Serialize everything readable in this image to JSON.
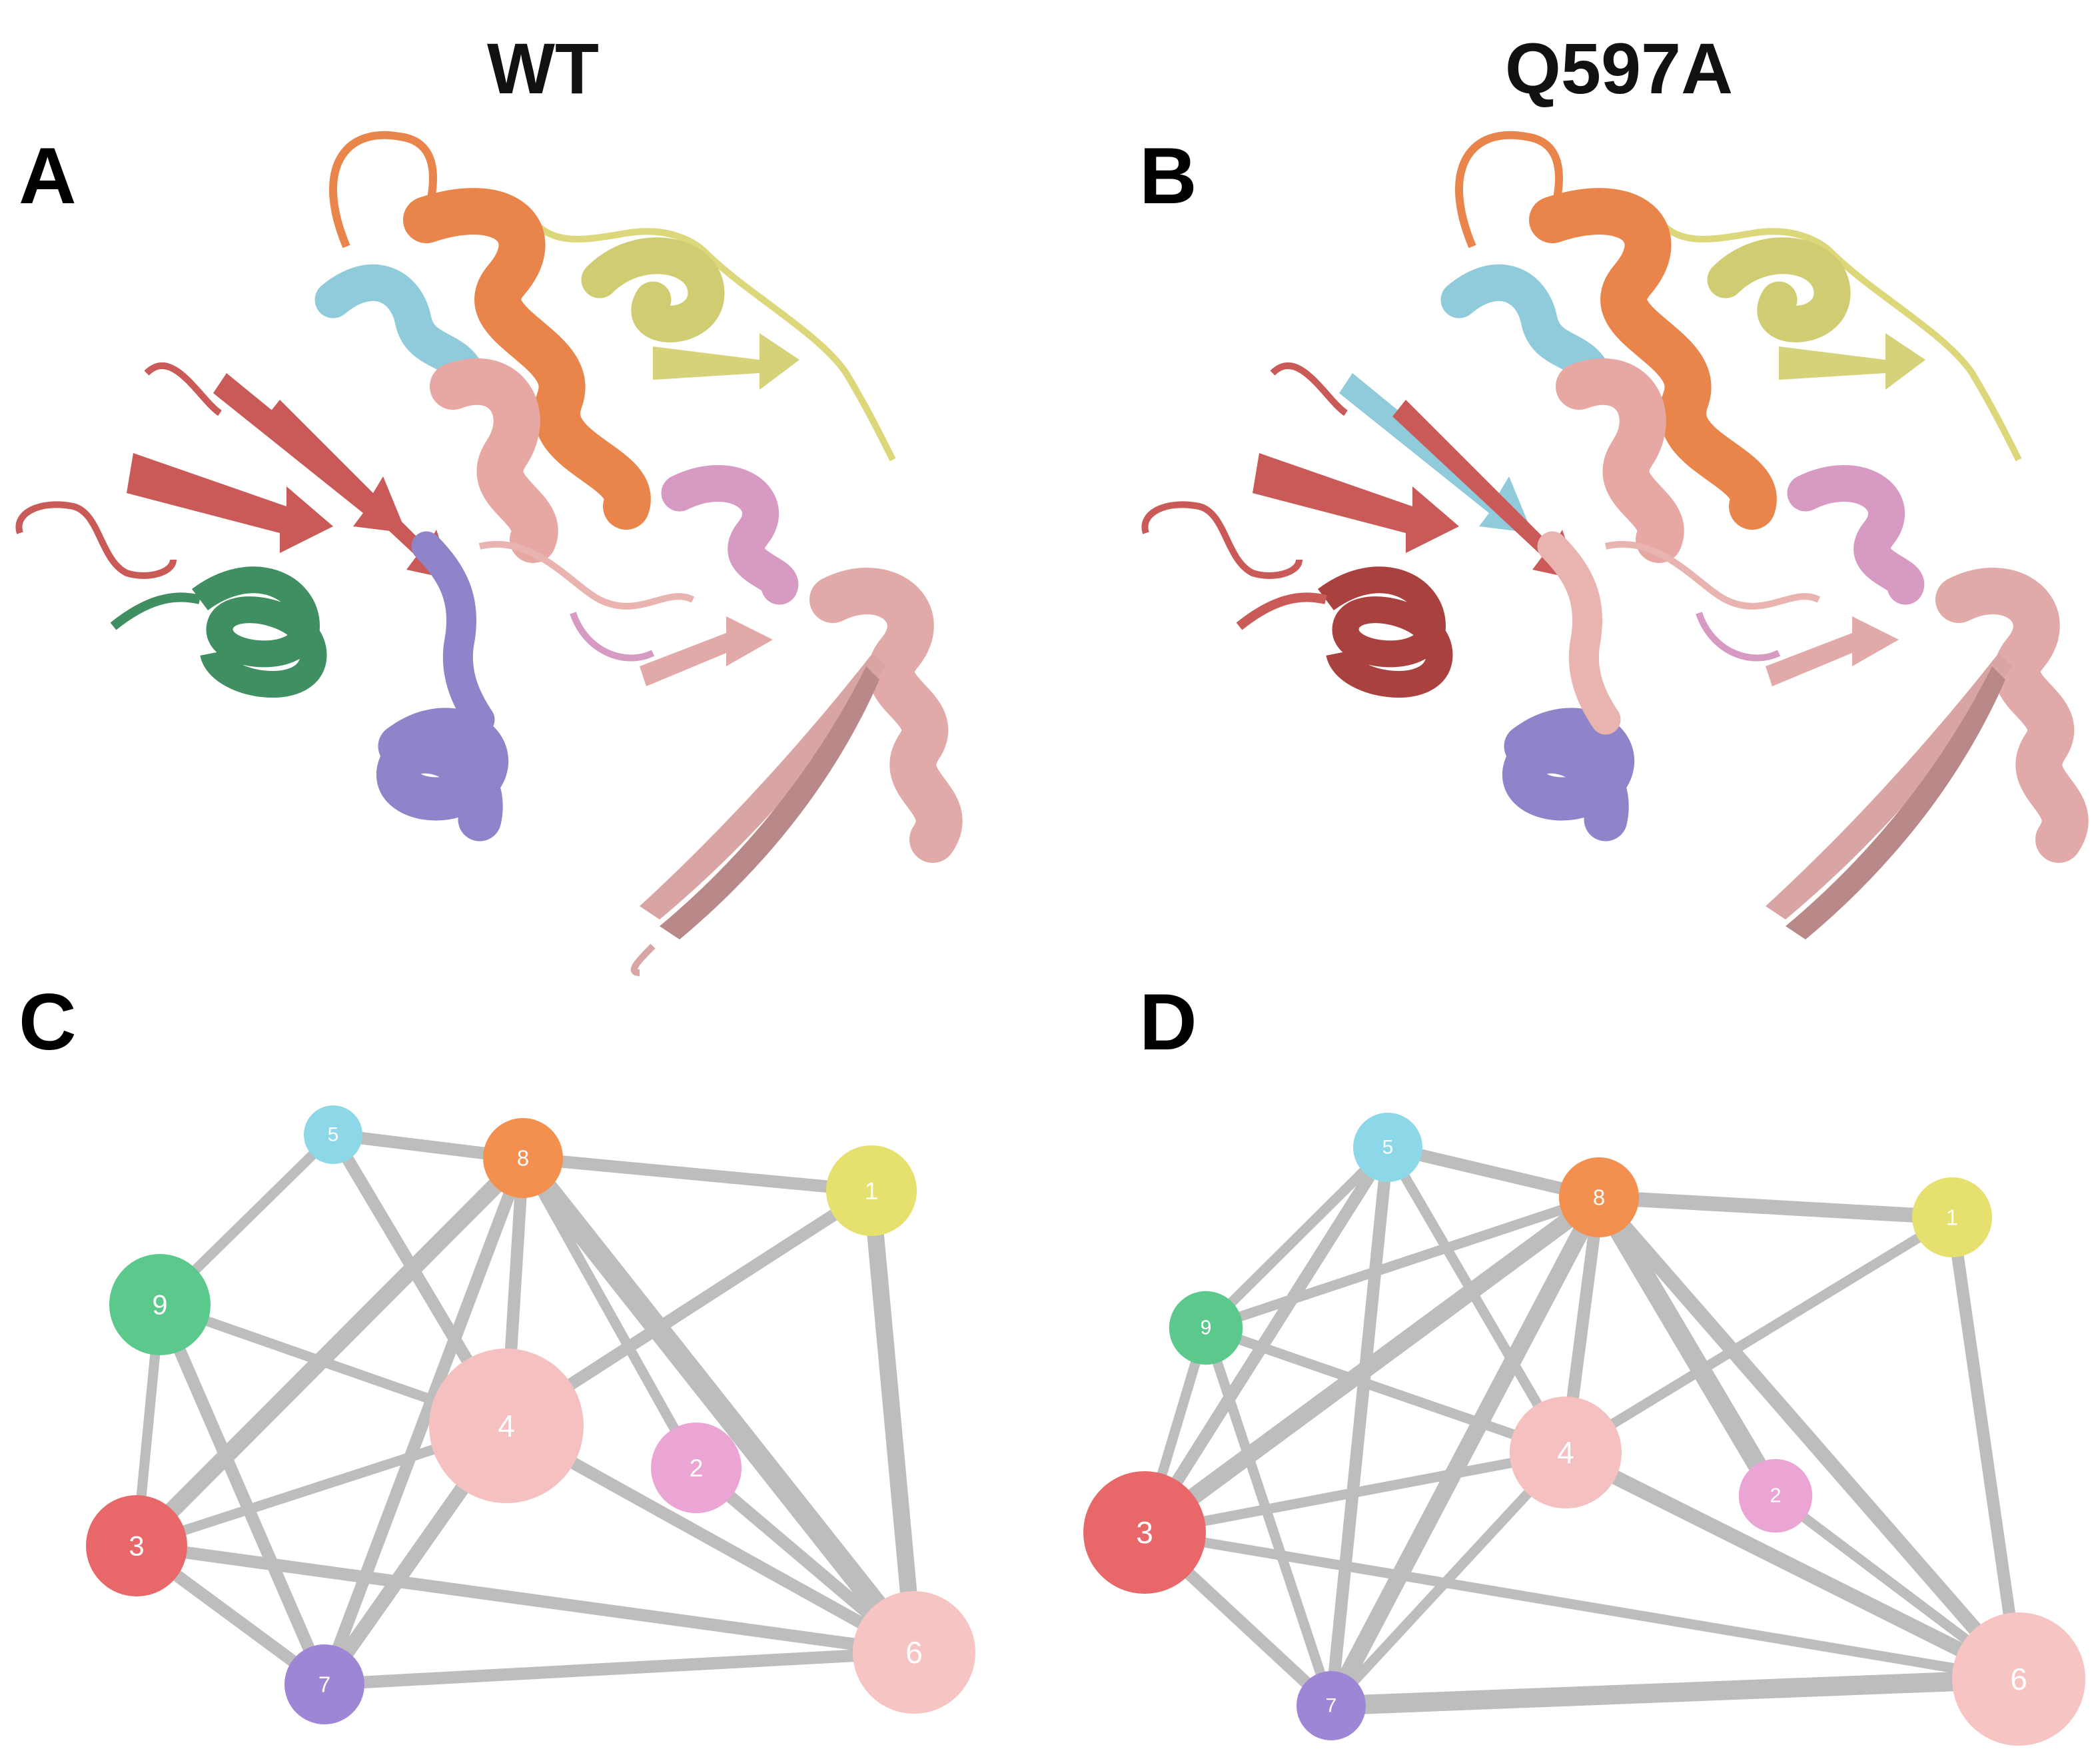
{
  "titles": {
    "left": "WT",
    "right": "Q597A"
  },
  "panel_labels": {
    "a": "A",
    "b": "B",
    "c": "C",
    "d": "D"
  },
  "colors": {
    "edge": "#bdbdbd",
    "c1": "#e6e06e",
    "c2": "#eba5d4",
    "c3": "#e8686a",
    "c4": "#f5c0c0",
    "c5": "#8dd8e8",
    "c6": "#f7c4c4",
    "c7": "#9e86d6",
    "c8": "#f39050",
    "c9": "#5cc98c"
  },
  "networks": {
    "C": {
      "nodes": [
        {
          "id": "1",
          "color": "c1",
          "size": 3
        },
        {
          "id": "2",
          "color": "c2",
          "size": 3
        },
        {
          "id": "3",
          "color": "c3",
          "size": 3.5
        },
        {
          "id": "4",
          "color": "c4",
          "size": 6
        },
        {
          "id": "5",
          "color": "c5",
          "size": 1.5
        },
        {
          "id": "6",
          "color": "c6",
          "size": 4.5
        },
        {
          "id": "7",
          "color": "c7",
          "size": 2.5
        },
        {
          "id": "8",
          "color": "c8",
          "size": 2.5
        },
        {
          "id": "9",
          "color": "c9",
          "size": 3.5
        }
      ],
      "edges": [
        [
          "9",
          "5",
          1
        ],
        [
          "9",
          "3",
          1
        ],
        [
          "9",
          "4",
          1
        ],
        [
          "9",
          "7",
          1.5
        ],
        [
          "5",
          "8",
          1.5
        ],
        [
          "5",
          "4",
          1.5
        ],
        [
          "8",
          "1",
          1.5
        ],
        [
          "8",
          "3",
          2.5
        ],
        [
          "8",
          "4",
          1.5
        ],
        [
          "8",
          "7",
          1.5
        ],
        [
          "8",
          "2",
          1
        ],
        [
          "8",
          "6",
          3.5
        ],
        [
          "1",
          "6",
          2.5
        ],
        [
          "1",
          "4",
          1.5
        ],
        [
          "3",
          "4",
          1
        ],
        [
          "3",
          "7",
          1.5
        ],
        [
          "3",
          "6",
          1.5
        ],
        [
          "4",
          "7",
          2
        ],
        [
          "4",
          "6",
          1.5
        ],
        [
          "2",
          "6",
          1.5
        ],
        [
          "7",
          "6",
          1.5
        ]
      ]
    },
    "D": {
      "nodes": [
        {
          "id": "1",
          "color": "c1",
          "size": 2.5
        },
        {
          "id": "2",
          "color": "c2",
          "size": 2.2
        },
        {
          "id": "3",
          "color": "c3",
          "size": 4.5
        },
        {
          "id": "4",
          "color": "c4",
          "size": 4
        },
        {
          "id": "5",
          "color": "c5",
          "size": 2
        },
        {
          "id": "6",
          "color": "c6",
          "size": 5
        },
        {
          "id": "7",
          "color": "c7",
          "size": 2
        },
        {
          "id": "8",
          "color": "c8",
          "size": 2.5
        },
        {
          "id": "9",
          "color": "c9",
          "size": 2.2
        }
      ],
      "edges": [
        [
          "5",
          "9",
          1
        ],
        [
          "5",
          "8",
          1.5
        ],
        [
          "5",
          "3",
          1.5
        ],
        [
          "5",
          "7",
          1.5
        ],
        [
          "5",
          "4",
          1
        ],
        [
          "9",
          "8",
          1
        ],
        [
          "9",
          "3",
          1
        ],
        [
          "9",
          "7",
          1
        ],
        [
          "9",
          "4",
          1
        ],
        [
          "8",
          "1",
          2
        ],
        [
          "8",
          "3",
          2.5
        ],
        [
          "8",
          "4",
          1.5
        ],
        [
          "8",
          "7",
          2.5
        ],
        [
          "8",
          "2",
          3
        ],
        [
          "8",
          "6",
          2
        ],
        [
          "1",
          "4",
          1
        ],
        [
          "1",
          "6",
          1.5
        ],
        [
          "3",
          "4",
          1
        ],
        [
          "3",
          "6",
          1
        ],
        [
          "3",
          "7",
          1.5
        ],
        [
          "4",
          "6",
          2
        ],
        [
          "4",
          "7",
          1
        ],
        [
          "2",
          "6",
          1
        ],
        [
          "7",
          "6",
          3
        ]
      ]
    }
  }
}
